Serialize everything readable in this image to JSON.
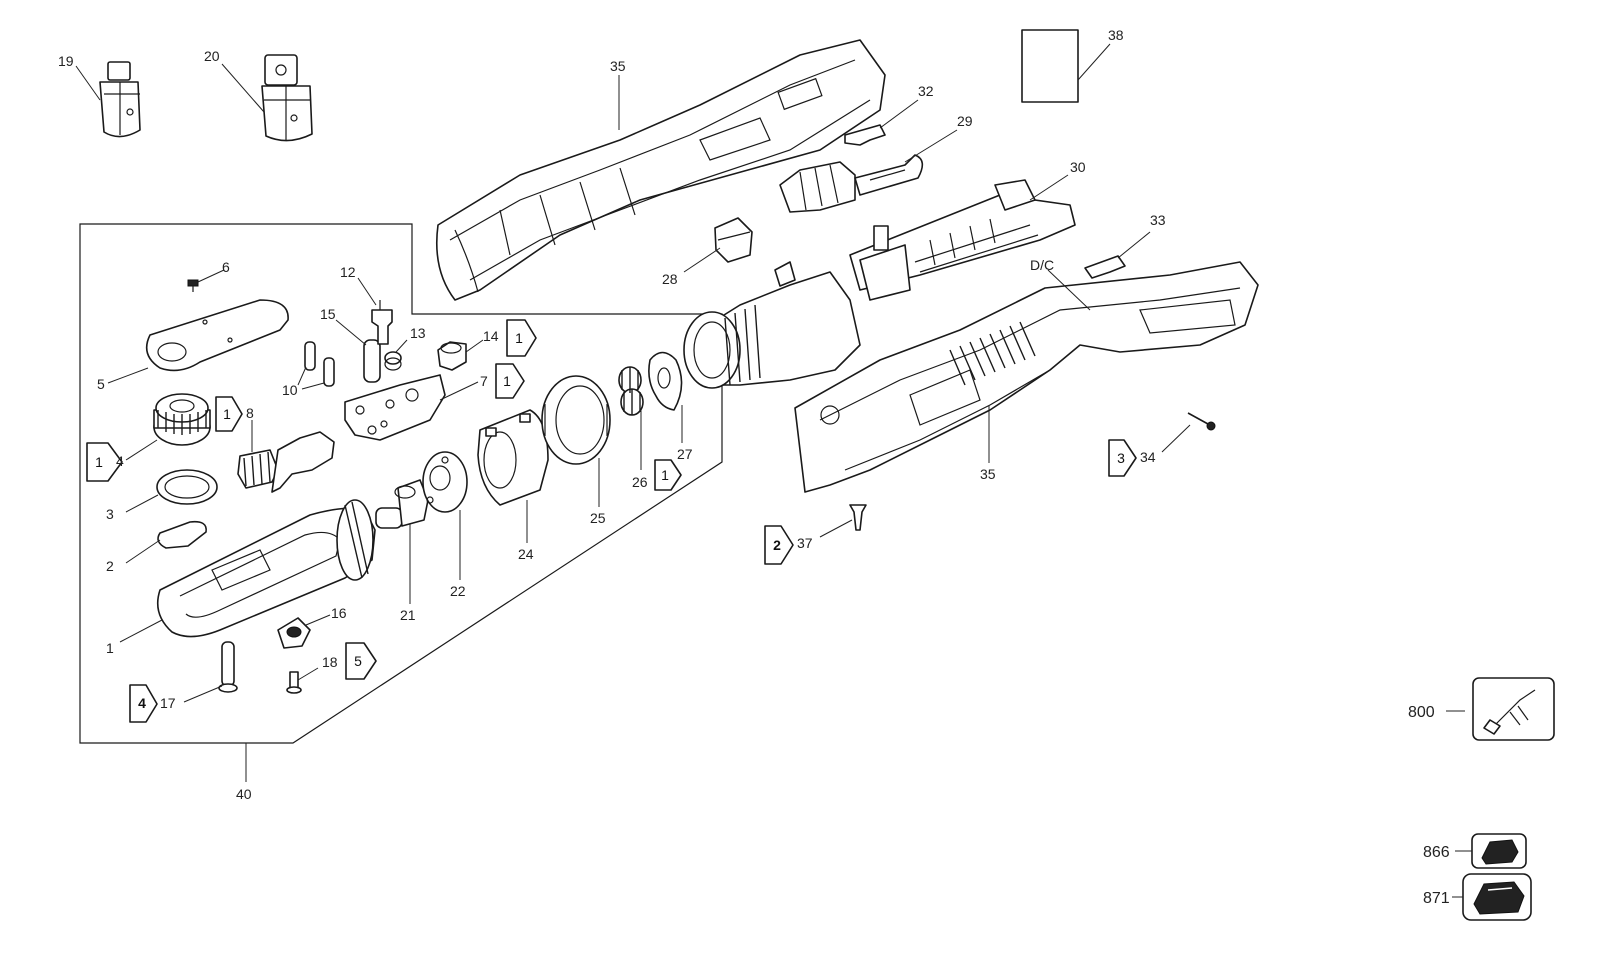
{
  "callouts": {
    "c1": "1",
    "c2": "2",
    "c3": "3",
    "c4": "4",
    "c5": "5",
    "c6": "6",
    "c7": "7",
    "c8": "8",
    "c10": "10",
    "c12": "12",
    "c13": "13",
    "c14": "14",
    "c15": "15",
    "c16": "16",
    "c17": "17",
    "c18": "18",
    "c19": "19",
    "c20": "20",
    "c21": "21",
    "c22": "22",
    "c24": "24",
    "c25": "25",
    "c26": "26",
    "c27": "27",
    "c28": "28",
    "c29": "29",
    "c30": "30",
    "c32": "32",
    "c33": "33",
    "c34": "34",
    "c35a": "35",
    "c35b": "35",
    "c37": "37",
    "c38": "38",
    "c40": "40",
    "dc": "D/C",
    "c800": "800",
    "c866": "866",
    "c871": "871"
  },
  "flags": {
    "f4": "1",
    "f8": "1",
    "f14": "1",
    "f7": "1",
    "f27": "1",
    "f18": "5",
    "f17": "4",
    "f37": "2",
    "f34": "3"
  },
  "icons": {
    "i800": "tool-accessory-icon",
    "i866": "battery-pack-small-icon",
    "i871": "battery-pack-large-icon"
  }
}
